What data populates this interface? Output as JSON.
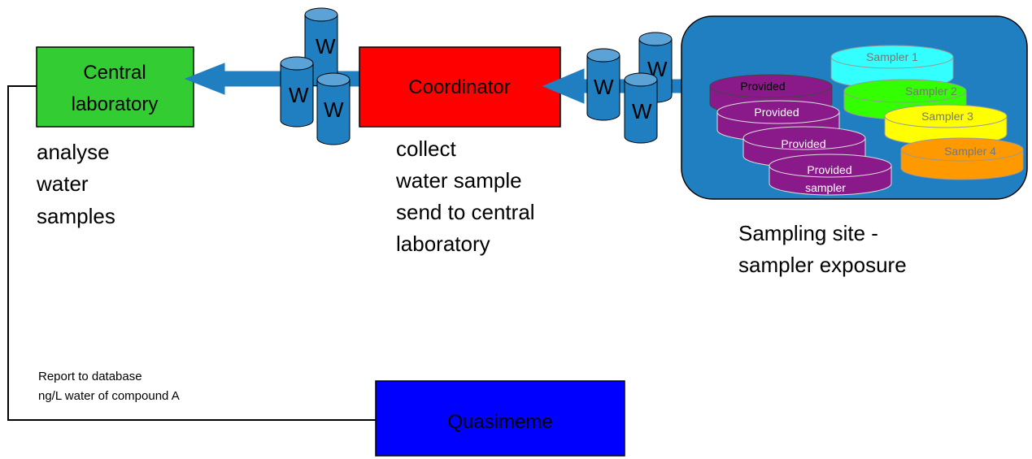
{
  "central_lab": {
    "line1": "Central",
    "line2": "laboratory",
    "fill": "#33cc33"
  },
  "coordinator": {
    "label": "Coordinator",
    "fill": "#ff0000"
  },
  "quasimeme": {
    "label": "Quasimeme",
    "fill": "#0000ff"
  },
  "water_container_label": "W",
  "lab_tasks": [
    "analyse",
    "water",
    "samples"
  ],
  "coordinator_tasks": [
    "collect",
    "water sample",
    "send to central",
    "laboratory"
  ],
  "site": {
    "background": "#1f7fc0",
    "caption": [
      "Sampling site -",
      "sampler exposure"
    ],
    "samplers": [
      {
        "label": "Sampler 1",
        "color": "#33ffff"
      },
      {
        "label": "Sampler 2",
        "color": "#33ff00"
      },
      {
        "label": "Sampler 3",
        "color": "#ffff00"
      },
      {
        "label": "Sampler 4",
        "color": "#ff9900"
      }
    ],
    "provided": [
      "Provided",
      "Provided",
      "Provided",
      "Provided",
      "sampler"
    ],
    "provided_color": "#8a1a8a"
  },
  "report": {
    "line1": "Report to  database",
    "line2": "ng/L water of compound A"
  },
  "colors": {
    "arrow": "#1f7fc0",
    "cylinder": "#1f7fc0"
  }
}
